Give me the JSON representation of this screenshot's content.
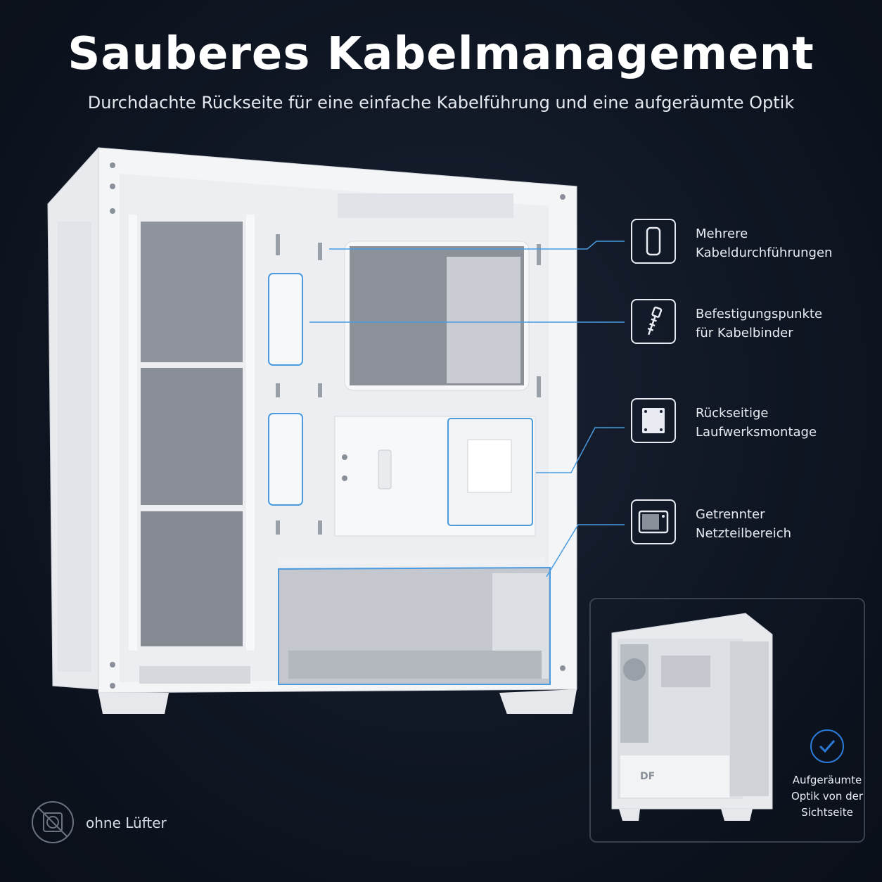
{
  "header": {
    "title": "Sauberes Kabelmanagement",
    "subtitle": "Durchdachte Rückseite für eine einfache Kabelführung und eine aufgeräumte Optik"
  },
  "features": [
    {
      "icon": "cable-passthrough-icon",
      "label": "Mehrere\nKabeldurchführungen"
    },
    {
      "icon": "cable-tie-icon",
      "label": "Befestigungspunkte\nfür Kabelbinder"
    },
    {
      "icon": "drive-mount-icon",
      "label": "Rückseitige\nLaufwerksmontage"
    },
    {
      "icon": "psu-icon",
      "label": "Getrennter\nNetzteilbereich"
    }
  ],
  "inset": {
    "label": "Aufgeräumte\nOptik von der\nSichtseite",
    "logo": "DF",
    "icon": "checkmark-icon"
  },
  "footer": {
    "icon": "no-fan-icon",
    "label": "ohne Lüfter"
  },
  "colors": {
    "background": "#0f1623",
    "accent": "#2a7ad8",
    "highlight": "#4a9be0",
    "case": "#f4f5f7"
  }
}
